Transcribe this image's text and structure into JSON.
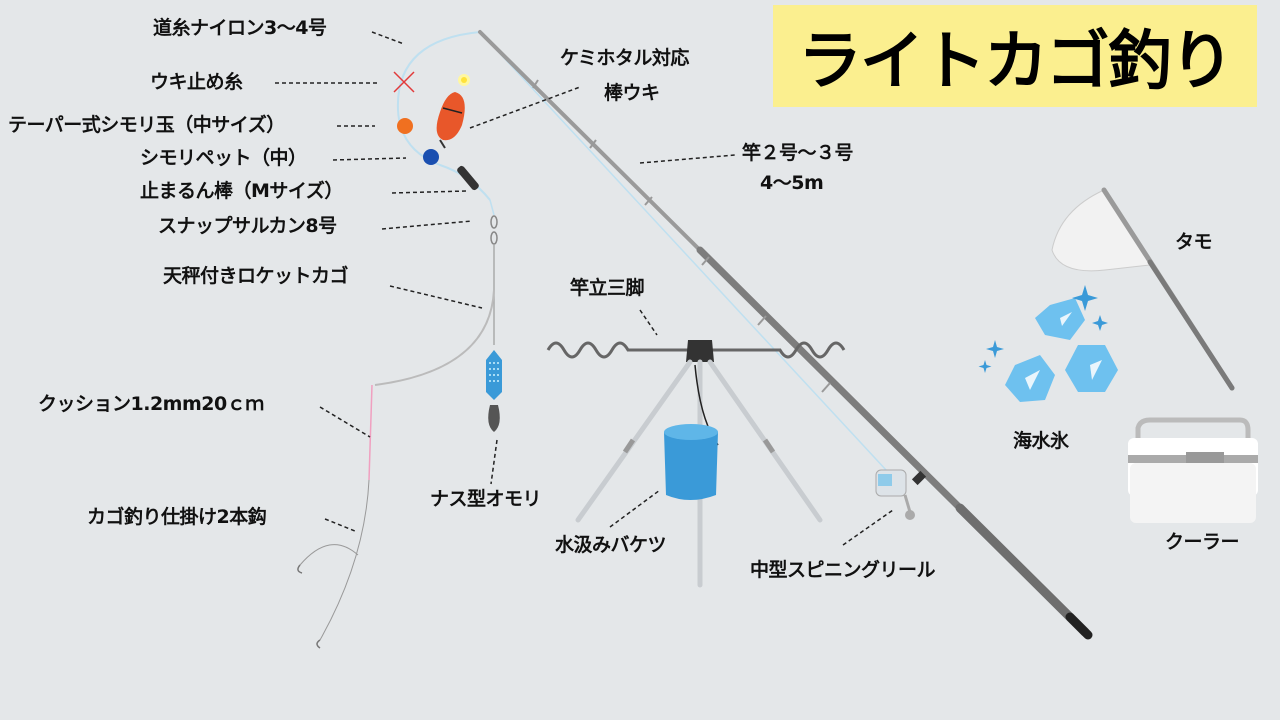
{
  "title": "ライトカゴ釣り",
  "colors": {
    "background": "#e4e7e9",
    "title_bg": "#fbef8f",
    "float_orange": "#e8572a",
    "bead_orange": "#f07020",
    "pet_blue": "#1a4fb0",
    "bucket_blue": "#3a9ad8",
    "ice_blue": "#6ec1ef",
    "line_blue": "#bfe0f0",
    "rod_gray": "#8a8a8a",
    "stopper_red": "#e23a3a"
  },
  "labels": {
    "main_line": "道糸ナイロン3〜4号",
    "float_stop_thread": "ウキ止め糸",
    "taper_bead": "テーパー式シモリ玉（中サイズ）",
    "shimori_pet": "シモリペット（中）",
    "stopper_stick": "止まるん棒（Mサイズ）",
    "snap_swivel": "スナップサルカン8号",
    "rocket_basket": "天秤付きロケットカゴ",
    "cushion": "クッション1.2mm20ｃｍ",
    "rig_hooks": "カゴ釣り仕掛け2本鈎",
    "sinker": "ナス型オモリ",
    "float_line1": "ケミホタル対応",
    "float_line2": "棒ウキ",
    "rod_line1": "竿２号〜３号",
    "rod_line2": "4〜5m",
    "rod_stand": "竿立三脚",
    "bucket": "水汲みバケツ",
    "reel": "中型スピニングリール",
    "net": "タモ",
    "ice": "海水氷",
    "cooler": "クーラー"
  }
}
